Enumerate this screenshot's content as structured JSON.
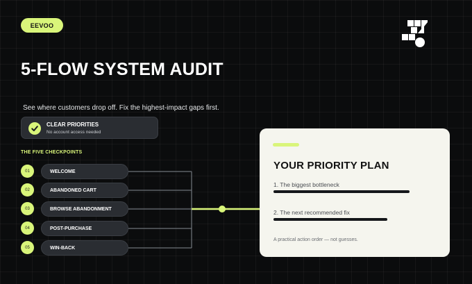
{
  "brand": {
    "label": "EEVOO"
  },
  "logo": {
    "icon": "eevoo-logo-icon"
  },
  "hero": {
    "title": "5-FLOW SYSTEM AUDIT",
    "subtitle": "See where customers drop off. Fix the highest-impact gaps first."
  },
  "priorities_card": {
    "icon": "check-icon",
    "title": "CLEAR PRIORITIES",
    "subtitle": "No account access needed"
  },
  "checkpoints": {
    "heading": "THE FIVE CHECKPOINTS",
    "items": [
      {
        "number": "01",
        "label": "WELCOME"
      },
      {
        "number": "02",
        "label": "ABANDONED CART"
      },
      {
        "number": "03",
        "label": "BROWSE ABANDONMENT"
      },
      {
        "number": "04",
        "label": "POST-PURCHASE"
      },
      {
        "number": "05",
        "label": "WIN-BACK"
      }
    ]
  },
  "plan": {
    "title": "YOUR PRIORITY PLAN",
    "items": [
      {
        "label": "1. The biggest bottleneck"
      },
      {
        "label": "2. The next recommended fix"
      }
    ],
    "footer": "A practical action order — not guesses."
  },
  "colors": {
    "background": "#0b0c0d",
    "accent": "#d9f57a",
    "card_dark": "#2a2d32",
    "card_light": "#f5f5ee",
    "connector_grey": "#6e737a"
  }
}
